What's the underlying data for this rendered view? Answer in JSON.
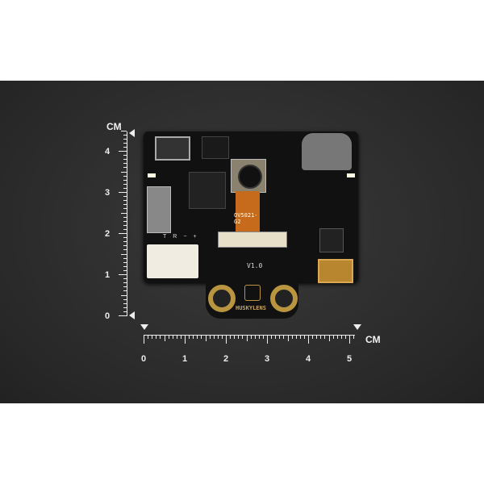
{
  "ruler_vertical": {
    "unit": "CM",
    "labels": [
      "4",
      "3",
      "2",
      "1",
      "0"
    ]
  },
  "ruler_horizontal": {
    "unit": "CM",
    "labels": [
      "0",
      "1",
      "2",
      "3",
      "4",
      "5"
    ]
  },
  "board": {
    "brand": "HUSKYLENS",
    "version": "V1.0",
    "camera_flex_label": "OV5021-G2",
    "connector_pins": [
      "T",
      "R",
      "−",
      "+"
    ]
  }
}
